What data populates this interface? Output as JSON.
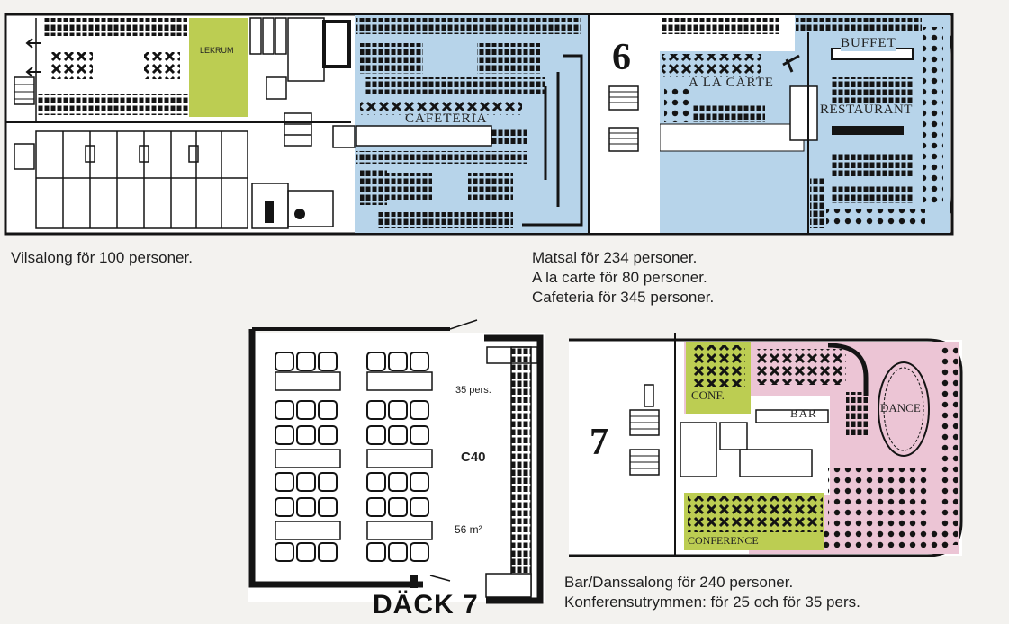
{
  "deck6": {
    "number": "6",
    "labels": {
      "lekrum": "LEKRUM",
      "cafeteria": "CAFETERIA",
      "a_la_carte": "A LA CARTE",
      "buffet": "BUFFET",
      "restaurant": "RESTAURANT"
    },
    "caption_left": "Vilsalong för 100 personer.",
    "caption_right": [
      "Matsal för 234 personer.",
      "A la carte för 80 personer.",
      "Cafeteria för 345 personer."
    ]
  },
  "c40": {
    "capacity": "35 pers.",
    "name": "C40",
    "area": "56 m²",
    "deck_title": "DÄCK 7"
  },
  "deck7": {
    "number": "7",
    "labels": {
      "conf": "CONF.",
      "bar": "BAR",
      "dance": "DANCE",
      "conference": "CONFERENCE"
    },
    "caption": [
      "Bar/Danssalong för 240 personer.",
      "Konferensutrymmen: för 25 och för 35 pers."
    ]
  },
  "colors": {
    "blue": "#b7d4ea",
    "green": "#bccd52",
    "pink": "#ecc5d5",
    "line": "#141414"
  }
}
